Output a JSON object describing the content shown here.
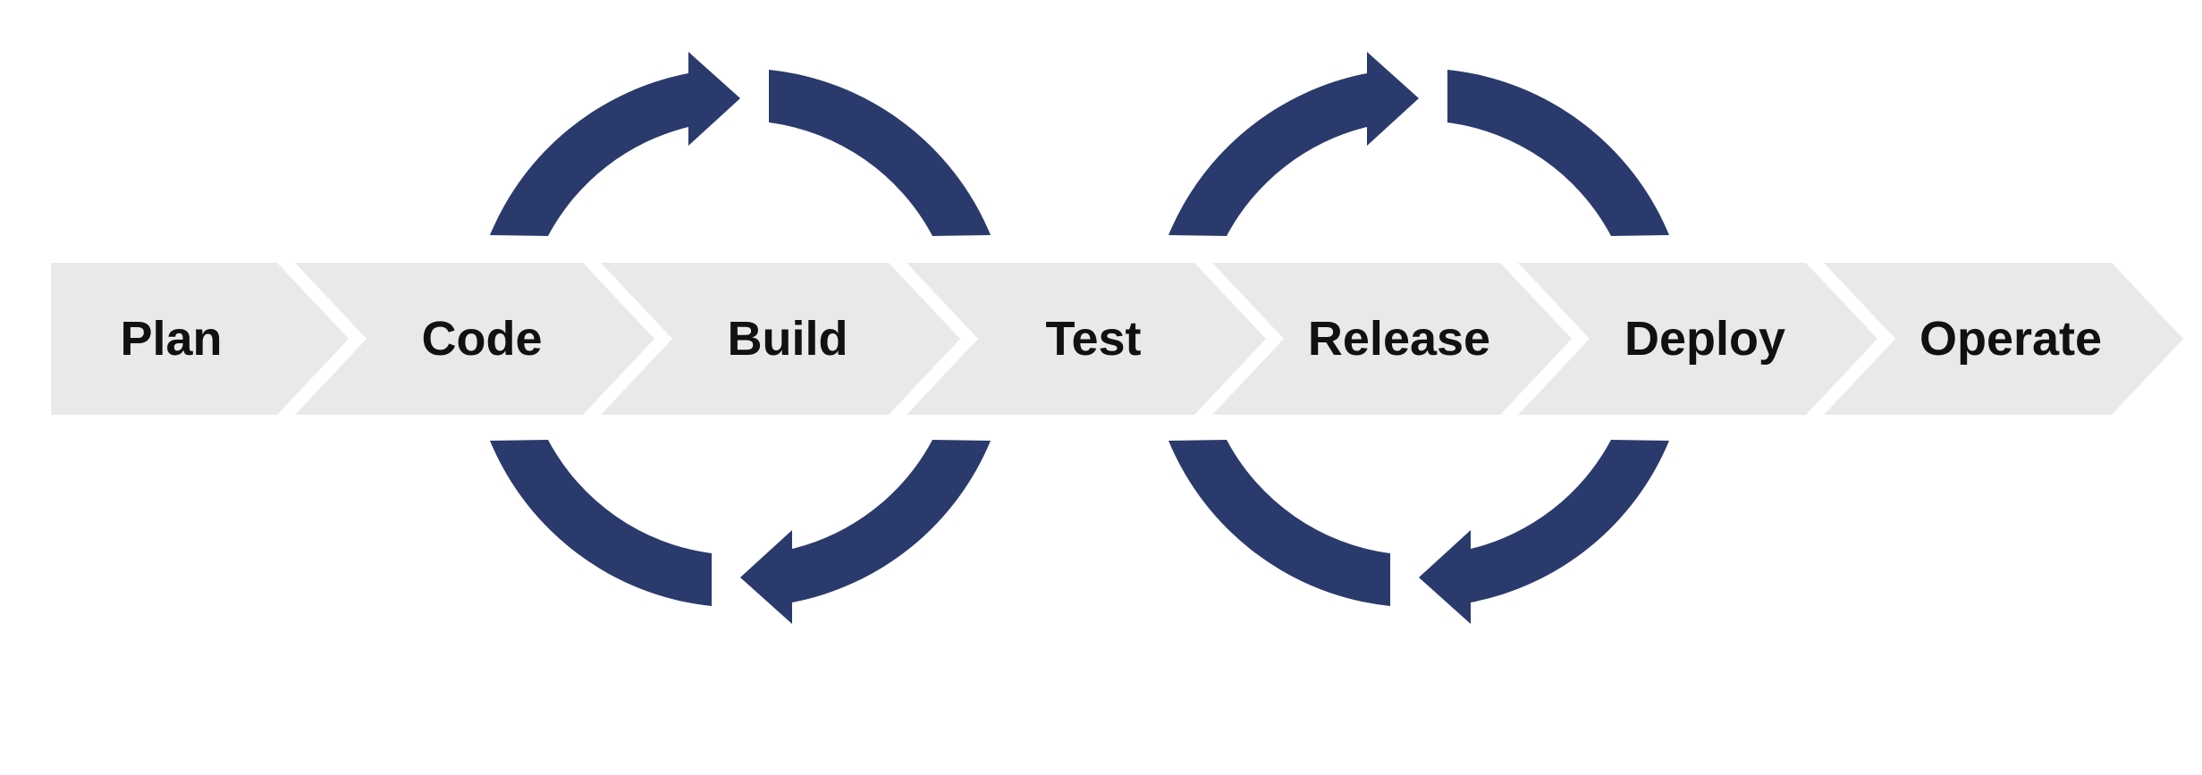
{
  "diagram": {
    "name": "devops-pipeline",
    "type": "process-flow-with-loops",
    "steps": [
      {
        "label": "Plan"
      },
      {
        "label": "Code"
      },
      {
        "label": "Build"
      },
      {
        "label": "Test"
      },
      {
        "label": "Release"
      },
      {
        "label": "Deploy"
      },
      {
        "label": "Operate"
      }
    ],
    "cycles": [
      {
        "name": "loop-1",
        "direction": "clockwise",
        "over_steps": [
          "Code",
          "Build"
        ]
      },
      {
        "name": "loop-2",
        "direction": "clockwise",
        "over_steps": [
          "Release",
          "Deploy"
        ]
      }
    ]
  },
  "colors": {
    "navy": "#2a3a6c",
    "strip-gray": "#e9e9e9",
    "label-text": "#111111",
    "background": "#ffffff"
  }
}
